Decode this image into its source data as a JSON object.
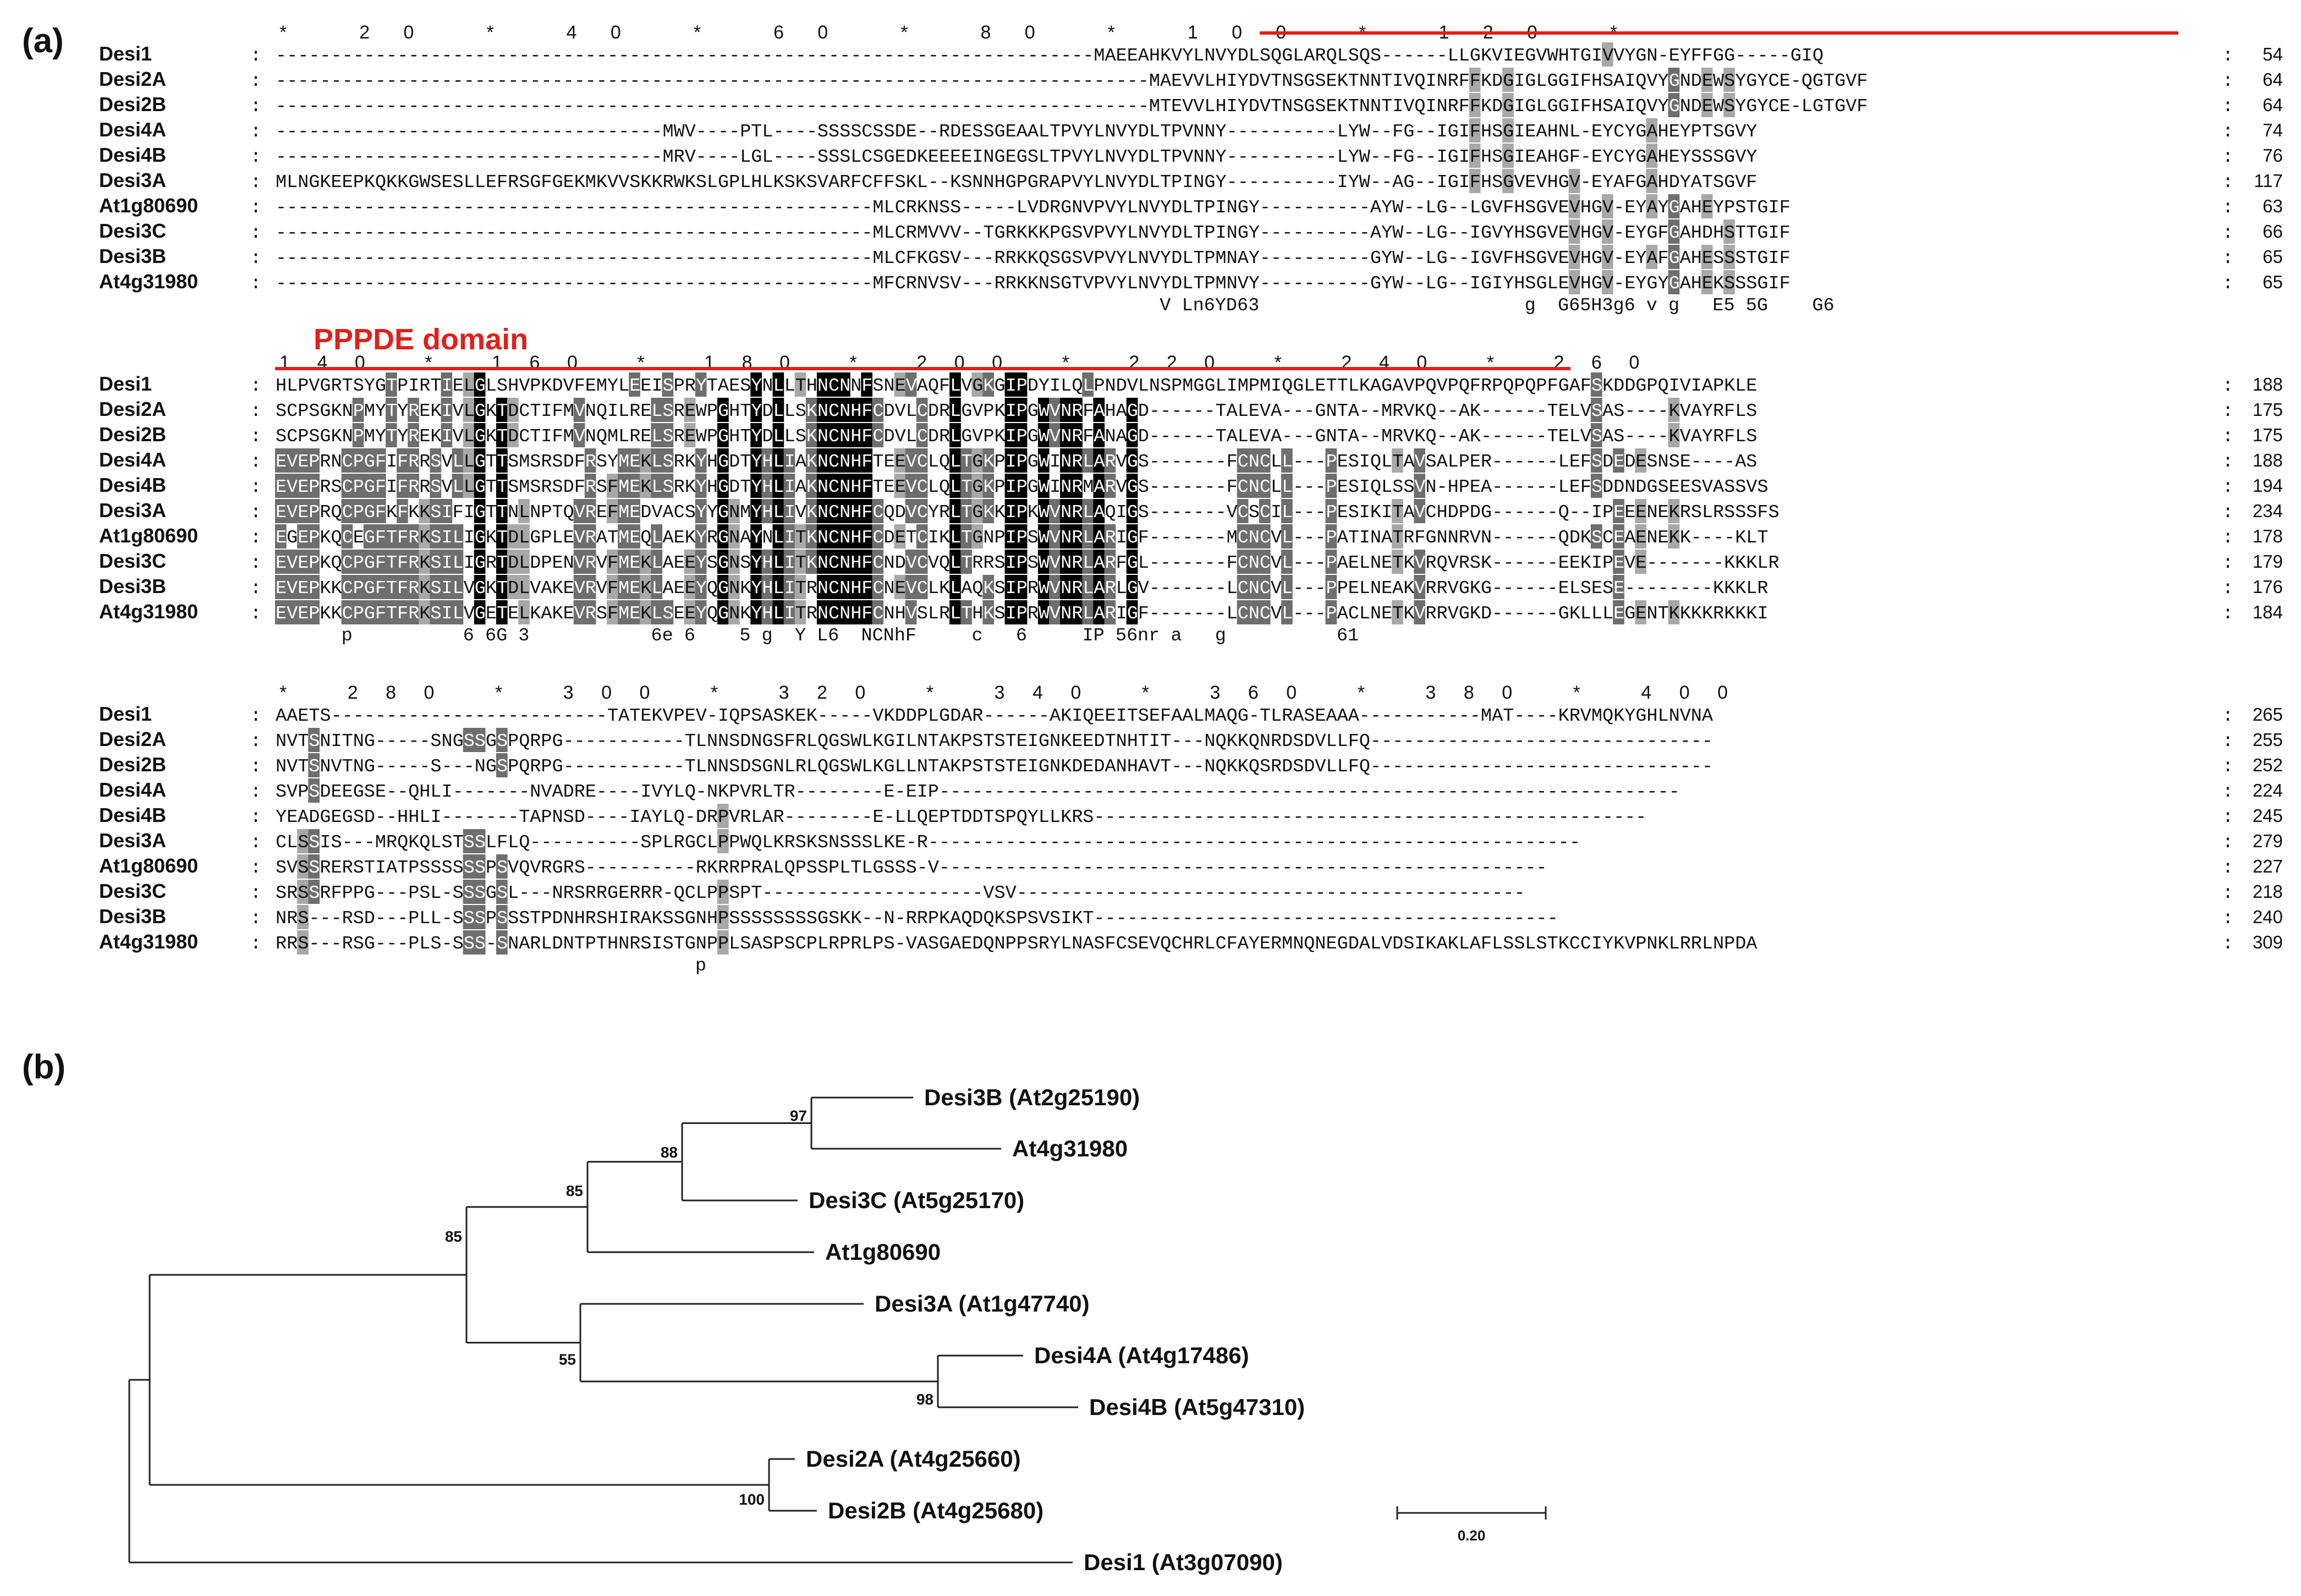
{
  "panel_a": {
    "label": "(a)",
    "domain_label": "PPPDE domain",
    "blocks": [
      {
        "ruler": "*        20         *        40         *        60         *        80         *       100         *       120         *",
        "rows": [
          {
            "name": "Desi1",
            "seq": "--------------------------------------------------------------------------MAEEAHKVYLNVYDLSQGLARQLSQS------LLGKVIEGVWHTGIVVYGN-EYFFGG-----GIQ",
            "end": "54"
          },
          {
            "name": "Desi2A",
            "seq": "-------------------------------------------------------------------------------MAEVVLHIYDVTNSGSEKTNNTIVQINRFFKDGIGLGGIFHSAIQVYGNDEWSYGYCE-QGTGVF",
            "end": "64"
          },
          {
            "name": "Desi2B",
            "seq": "-------------------------------------------------------------------------------MTEVVLHIYDVTNSGSEKTNNTIVQINRFFKDGIGLGGIFHSAIQVYGNDEWSYGYCE-LGTGVF",
            "end": "64"
          },
          {
            "name": "Desi4A",
            "seq": "-----------------------------------MWV----PTL----SSSSCSSDE--RDESSGEAALTPVYLNVYDLTPVNNY----------LYW--FG--IGIFHSGIEAHNL-EYCYGAHEYPTSGVY",
            "end": "74"
          },
          {
            "name": "Desi4B",
            "seq": "-----------------------------------MRV----LGL----SSSLCSGEDKEEEEINGEGSLTPVYLNVYDLTPVNNY----------LYW--FG--IGIFHSGIEAHGF-EYCYGAHEYSSSGVY",
            "end": "76"
          },
          {
            "name": "Desi3A",
            "seq": "MLNGKEEPKQKKGWSESLLEFRSGFGEKMKVVSKKRWKSLGPLHLKSKSVARFCFFSKL--KSNNHGPGRAPVYLNVYDLTPINGY----------IYW--AG--IGIFHSGVEVHGV-EYAFGAHDYATSGVF",
            "end": "117"
          },
          {
            "name": "At1g80690",
            "seq": "------------------------------------------------------MLCRKNSS-----LVDRGNVPVYLNVYDLTPINGY----------AYW--LG--LGVFHSGVEVHGV-EYAYGAHEYPSTGIF",
            "end": "63"
          },
          {
            "name": "Desi3C",
            "seq": "------------------------------------------------------MLCRMVVV--TGRKKKPGSVPVYLNVYDLTPINGY----------AYW--LG--IGVYHSGVEVHGV-EYGFGAHDHSTTGIF",
            "end": "66"
          },
          {
            "name": "Desi3B",
            "seq": "------------------------------------------------------MLCFKGSV---RRKKQSGSVPVYLNVYDLTPMNAY----------GYW--LG--IGVFHSGVEVHGV-EYAFGAHESSSTGIF",
            "end": "65"
          },
          {
            "name": "At4g31980",
            "seq": "------------------------------------------------------MFCRNVSV---RRKKNSGTVPVYLNVYDLTPMNVY----------GYW--LG--IGIYHSGLEVHGV-EYGYGAHEKSSSGIF",
            "end": "65"
          }
        ],
        "consensus": "                                                                                V Ln6YD63                        g  G65H3g6 v g   E5 5G    G6"
      },
      {
        "ruler": "140         *       160         *       180         *       200         *       220         *       240         *       260",
        "rows": [
          {
            "name": "Desi1",
            "seq": "HLPVGRTSYGTPIRTIELGLSHVPKDVFEMYLEEISPRYTAESYNLLTHNCNNFSNEVAQFLVGKGIPDYILQLPNDVLNSPMGGLIMPMIQGLETTLKAGAVPQVPQFRPQPQPFGAFSKDDGPQIVIAPKLE",
            "end": "188"
          },
          {
            "name": "Desi2A",
            "seq": "SCPSGKNPMYTYREKIVLGKTDCTIFMVNQILRELSREWPGHTYDLLSKNCNHFCDVLCDRLGVPKIPGWVNRFAHAGD------TALEVA---GNTA--MRVKQ--AK------TELVSAS----KVAYRFLS",
            "end": "175"
          },
          {
            "name": "Desi2B",
            "seq": "SCPSGKNPMYTYREKIVLGKTDCTIFMVNQMLRELSREWPGHTYDLLSKNCNHFCDVLCDRLGVPKIPGWVNRFANAGD------TALEVA---GNTA--MRVKQ--AK------TELVSAS----KVAYRFLS",
            "end": "175"
          },
          {
            "name": "Desi4A",
            "seq": "EVEPRNCPGFIFRRSVLLGTTSMSRSDFRSYMEKLSRKYHGDTYHLIAKNCNHFTEEVCLQLTGKPIPGWINRLARVGS-------FCNCLL---PESIQLTAVSALPER------LEFSDEDESNSE----AS",
            "end": "188"
          },
          {
            "name": "Desi4B",
            "seq": "EVEPRSCPGFIFRRSVLLGTTSMSRSDFRSFMEKLSRKYHGDTYHLIAKNCNHFTEEVCLQLTGKPIPGWINRMARVGS-------FCNCLL---PESIQLSSVN-HPEA------LEFSDDNDGSEESVASSVS",
            "end": "194"
          },
          {
            "name": "Desi3A",
            "seq": "EVEPRQCPGFKFKKSIFIGTTNLNPTQVREFMEDVACSYYGNMYHLIVKNCNHFCQDVCYRLTGKKIPKWVNRLAQIGS-------VCSCIL---PESIKITAVCHDPDG------Q--IPEEENEKRSLRSSSFS",
            "end": "234"
          },
          {
            "name": "At1g80690",
            "seq": "EGEPKQCEGFTFRKSILIGKTDLGPLEVRATMEQLAEKYRGNAYNLITKNCNHFCDETCIKLTGNPIPSWVNRLARIGF-------MCNCVL---PATINATRFGNNRVN------QDKSCEAENEKK----KLT",
            "end": "178"
          },
          {
            "name": "Desi3C",
            "seq": "EVEPKQCPGFTFRKSILIGRTDLDPENVRVFMEKLAEEYSGNSYHLITKNCNHFCNDVCVQLTRRSIPSWVNRLARFGL-------FCNCVL---PAELNETKVRQVRSK------EEKIPEVE-------KKKLR",
            "end": "179"
          },
          {
            "name": "Desi3B",
            "seq": "EVEPKKCPGFTFRKSILVGKTDLVAKEVRVFMEKLAEEYQGNKYHLITRNCNHFCNEVCLKLAQKSIPRWVNRLARLGV-------LCNCVL---PPELNEAKVRRVGKG------ELSESE--------KKKLR",
            "end": "176"
          },
          {
            "name": "At4g31980",
            "seq": "EVEPKKCPGFTFRKSILVGETELKAKEVRSFMEKLSEEYQGNKYHLITRNCNHFCNHVSLRLTHKSIPRWVNRLARIGF-------LCNCVL---PACLNETKVRRVGKD------GKLLLEGENTKKKKRKKKI",
            "end": "184"
          }
        ],
        "consensus": "      p          6 6G 3           6e 6    5 g  Y L6  NCNhF     c   6     IP 56nr a   g          61"
      },
      {
        "ruler": "*       280         *       300         *       320         *       340         *       360         *       380         *       400",
        "rows": [
          {
            "name": "Desi1",
            "seq": "AAETS-------------------------TATEKVPEV-IQPSASKEK-----VKDDPLGDAR------AKIQEEITSEFAALMAQG-TLRASEAAA-----------MAT----KRVMQKYGHLNVNA",
            "end": "265"
          },
          {
            "name": "Desi2A",
            "seq": "NVTSNITNG-----SNGSSGSPQRPG-----------TLNNSDNGSFRLQGSWLKGILNTAKPSTSTEIGNKEEDTNHTIT---NQKKQNRDSDVLLFQ-------------------------------",
            "end": "255"
          },
          {
            "name": "Desi2B",
            "seq": "NVTSNVTNG-----S---NGSPQRPG-----------TLNNSDSGNLRLQGSWLKGLLNTAKPSTSTEIGNKDEDANHAVT---NQKKQSRDSDVLLFQ-------------------------------",
            "end": "252"
          },
          {
            "name": "Desi4A",
            "seq": "SVPSDEEGSE--QHLI-------NVADRE----IVYLQ-NKPVRLTR--------E-EIP-------------------------------------------------------------------",
            "end": "224"
          },
          {
            "name": "Desi4B",
            "seq": "YEADGEGSD--HHLI-------TAPNSD----IAYLQ-DRPVRLAR--------E-LLQEPTDDTSPQYLLKRS--------------------------------------------------",
            "end": "245"
          },
          {
            "name": "Desi3A",
            "seq": "CLSSIS---MRQKQLSTSSLFLQ----------SPLRGCLPPWQLKRSKSNSSSLKE-R-----------------------------------------------------------",
            "end": "279"
          },
          {
            "name": "At1g80690",
            "seq": "SVSSRERSTIATPSSSSSSPSVQVRGRS----------RKRRPRALQPSSPLTLGSSS-V-------------------------------------------------------",
            "end": "227"
          },
          {
            "name": "Desi3C",
            "seq": "SRSSRFPPG---PSL-SSSGSL---NRSRRGERRR-QCLPPSPT--------------------VSV----------------------------------------------",
            "end": "218"
          },
          {
            "name": "Desi3B",
            "seq": "NRS---RSD---PLL-SSSPSSSTPDNHRSHIRAKSSGNHPSSSSSSSSGSKK--N-RRPKAQDQKSPSVSIKT------------------------------------------",
            "end": "240"
          },
          {
            "name": "At4g31980",
            "seq": "RRS---RSG---PLS-SSS-SNARLDNTPTHNRSISTGNPPLSASPSCPLRPRLPS-VASGAEDQNPPSRYLNASFCSEVQCHRLCFAYERMNQNEGDALVDSIKAKLAFLSSLSTKCCIYKVPNKLRRLNPDA",
            "end": "309"
          }
        ],
        "consensus": "                                      p"
      }
    ]
  },
  "panel_b": {
    "label": "(b)",
    "leaves": [
      {
        "key": "desi3b",
        "label": "Desi3B (At2g25190)"
      },
      {
        "key": "at4g31980",
        "label": "At4g31980"
      },
      {
        "key": "desi3c",
        "label": "Desi3C (At5g25170)"
      },
      {
        "key": "at1g80690",
        "label": "At1g80690"
      },
      {
        "key": "desi3a",
        "label": "Desi3A (At1g47740)"
      },
      {
        "key": "desi4a",
        "label": "Desi4A (At4g17486)"
      },
      {
        "key": "desi4b",
        "label": "Desi4B (At5g47310)"
      },
      {
        "key": "desi2a",
        "label": "Desi2A (At4g25660)"
      },
      {
        "key": "desi2b",
        "label": "Desi2B (At4g25680)"
      },
      {
        "key": "desi1",
        "label": "Desi1 (At3g07090)"
      }
    ],
    "bootstrap": [
      "97",
      "88",
      "85",
      "85",
      "55",
      "98",
      "100"
    ],
    "scale_bar": {
      "value": 0.2,
      "label": "0.20"
    }
  },
  "colors": {
    "domain_line": "#e0201b",
    "identical": "#000000",
    "similar": "#a8a8a8",
    "text": "#111111"
  }
}
